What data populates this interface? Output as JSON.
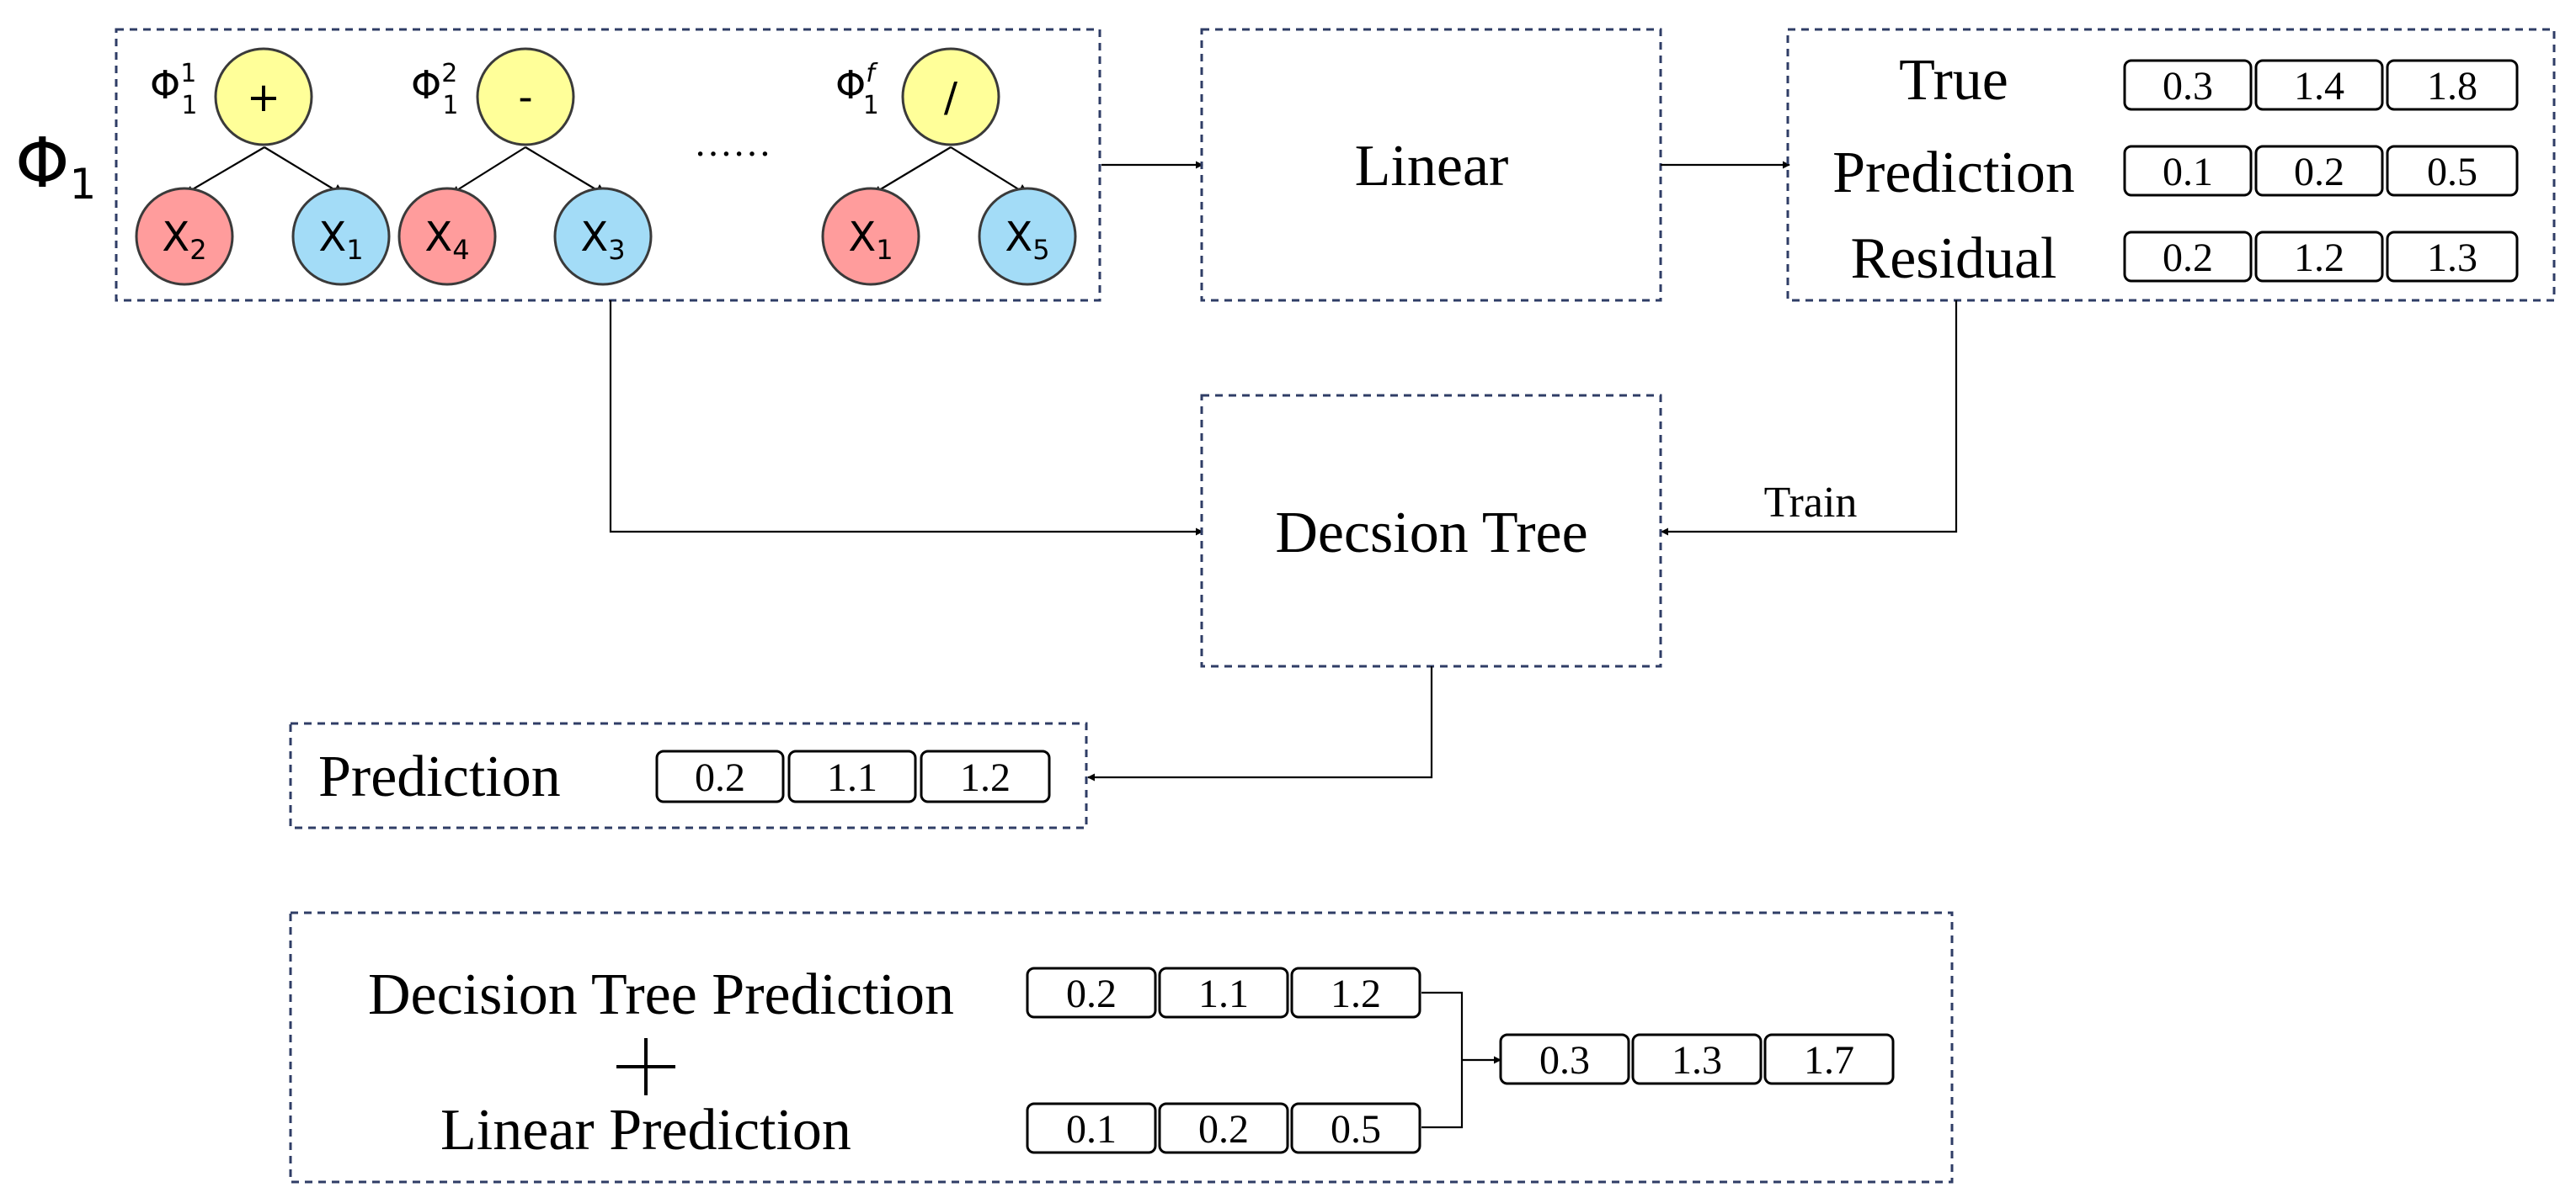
{
  "phi_label": {
    "base": "Φ",
    "sub": "1"
  },
  "trees": [
    {
      "op": "+",
      "phi_sup": "1",
      "left": {
        "base": "X",
        "sub": "2"
      },
      "right": {
        "base": "X",
        "sub": "1"
      }
    },
    {
      "op": "-",
      "phi_sup": "2",
      "left": {
        "base": "X",
        "sub": "4"
      },
      "right": {
        "base": "X",
        "sub": "3"
      }
    },
    {
      "op": "/",
      "phi_sup": "f",
      "left": {
        "base": "X",
        "sub": "1"
      },
      "right": {
        "base": "X",
        "sub": "5"
      }
    }
  ],
  "tree_phi": {
    "base": "Φ",
    "sub": "1"
  },
  "ellipsis": "……",
  "linear_label": "Linear",
  "residual_panel": {
    "true_label": "True",
    "prediction_label": "Prediction",
    "residual_label": "Residual",
    "true_values": [
      "0.3",
      "1.4",
      "1.8"
    ],
    "prediction_values": [
      "0.1",
      "0.2",
      "0.5"
    ],
    "residual_values": [
      "0.2",
      "1.2",
      "1.3"
    ]
  },
  "decision_tree_label": "Decsion Tree",
  "train_label": "Train",
  "dt_output": {
    "label": "Prediction",
    "values": [
      "0.2",
      "1.1",
      "1.2"
    ]
  },
  "final_panel": {
    "dt_label": "Decision Tree Prediction",
    "plus": "+",
    "linear_label": "Linear Prediction",
    "dt_values": [
      "0.2",
      "1.1",
      "1.2"
    ],
    "linear_values": [
      "0.1",
      "0.2",
      "0.5"
    ],
    "sum_values": [
      "0.3",
      "1.3",
      "1.7"
    ]
  },
  "colors": {
    "operator_node": "#ffff99",
    "left_leaf": "#ff9c9c",
    "right_leaf": "#a3dcf7",
    "box_border": "#2f3d66"
  }
}
